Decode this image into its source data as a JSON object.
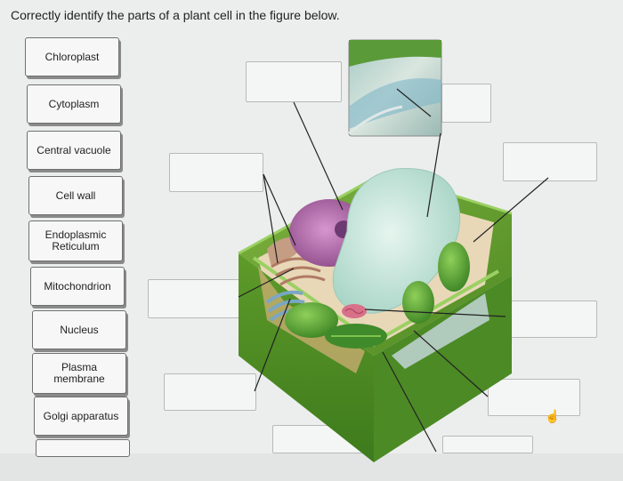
{
  "instruction": "Correctly identify the parts of a plant cell in the figure below.",
  "labels": [
    {
      "text": "Chloroplast"
    },
    {
      "text": "Cytoplasm"
    },
    {
      "text": "Central vacuole"
    },
    {
      "text": "Cell wall"
    },
    {
      "text": "Endoplasmic\nReticulum"
    },
    {
      "text": "Mitochondrion"
    },
    {
      "text": "Nucleus"
    },
    {
      "text": "Plasma\nmembrane"
    },
    {
      "text": "Golgi apparatus"
    }
  ],
  "colors": {
    "cell_wall_green": "#5f9a2f",
    "vacuole": "#c7e6da",
    "nucleus": "#b86ab0",
    "chloroplast": "#4a9a2e"
  }
}
